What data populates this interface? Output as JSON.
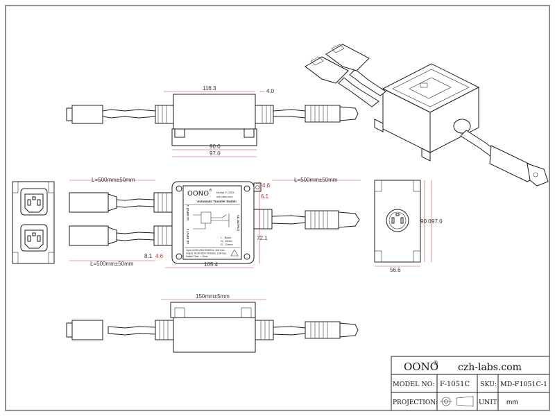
{
  "title_block": {
    "brand": "OONO",
    "brand_mark": "®",
    "website": "czh-labs.com",
    "model_label": "MODEL NO:",
    "model_value": "F-1051C",
    "sku_label": "SKU:",
    "sku_value": "MD-F1051C-1",
    "projection_label": "PROJECTION:",
    "unit_label": "UNIT:",
    "unit_value": "mm"
  },
  "dimensions": {
    "top_length": "116.3",
    "top_offset": "4.0",
    "top_inner_width": "90.0",
    "top_outer_width": "97.0",
    "cable_left_top": "L=500mm±50mm",
    "cable_left_bottom": "L=500mm±50mm",
    "cable_right": "L=500mm±50mm",
    "hole_offset_a": "4.6",
    "hole_offset_b": "6.1",
    "box_height": "72.1",
    "box_width": "105.4",
    "bottom_offset_a": "8.1",
    "bottom_offset_b": "4.6",
    "side_height_inner": "90.0",
    "side_height_outer": "97.0",
    "side_depth": "56.6",
    "bottom_span": "150mm±5mm"
  },
  "label_panel": {
    "brand": "OONO",
    "brand_mark": "®",
    "model": "Model: F-1051",
    "site": "czh-labs.com",
    "product": "Automatic Transfer Switch",
    "input1": "AC INPUT 1",
    "input2": "AC INPUT 2",
    "output": "AC OUTPUT",
    "wiring_l": "L - Black",
    "wiring_n": "N - White",
    "wiring_g": "G - Green",
    "spec_line1": "Input: AC90-250V 50/60Hz, 10A max.",
    "spec_line2": "Output: AC90-250V 50/60Hz, 10A max.",
    "spec_line3": "Switch Time: < 10ms"
  },
  "icons": {
    "projection_symbol": "first-angle-projection-icon",
    "warning_symbol": "warning-triangle-icon"
  },
  "colors": {
    "line": "#1a1a1a",
    "dimension": "#d04040",
    "paper": "#ffffff"
  }
}
